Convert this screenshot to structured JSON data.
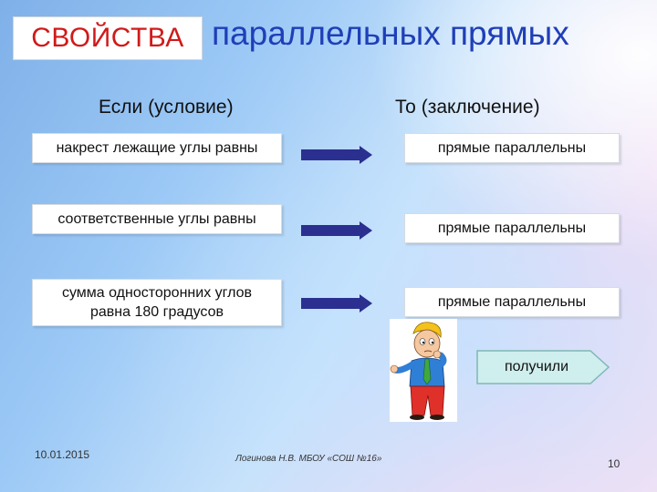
{
  "slide": {
    "title_highlight": "СВОЙСТВА",
    "title_rest": "параллельных прямых",
    "header_condition": "Если (условие)",
    "header_conclusion": "То (заключение)"
  },
  "rows": [
    {
      "condition": "накрест лежащие углы равны",
      "conclusion": "прямые параллельны"
    },
    {
      "condition": "соответственные углы равны",
      "conclusion": "прямые параллельны"
    },
    {
      "condition_line1": "сумма односторонних углов",
      "condition_line2": "равна 180 градусов",
      "conclusion": "прямые параллельны"
    }
  ],
  "button": {
    "label": "получили"
  },
  "footer": {
    "date": "10.01.2015",
    "author": "Логинова Н.В.   МБОУ «СОШ №16»",
    "page": "10"
  },
  "colors": {
    "title_highlight_text": "#d01a1a",
    "title_text": "#1f3fb8",
    "arrow": "#2b2f8f",
    "button_fill": "#cfeeee"
  },
  "icons": [
    "arrow-right-icon",
    "thinking-man-illustration"
  ]
}
